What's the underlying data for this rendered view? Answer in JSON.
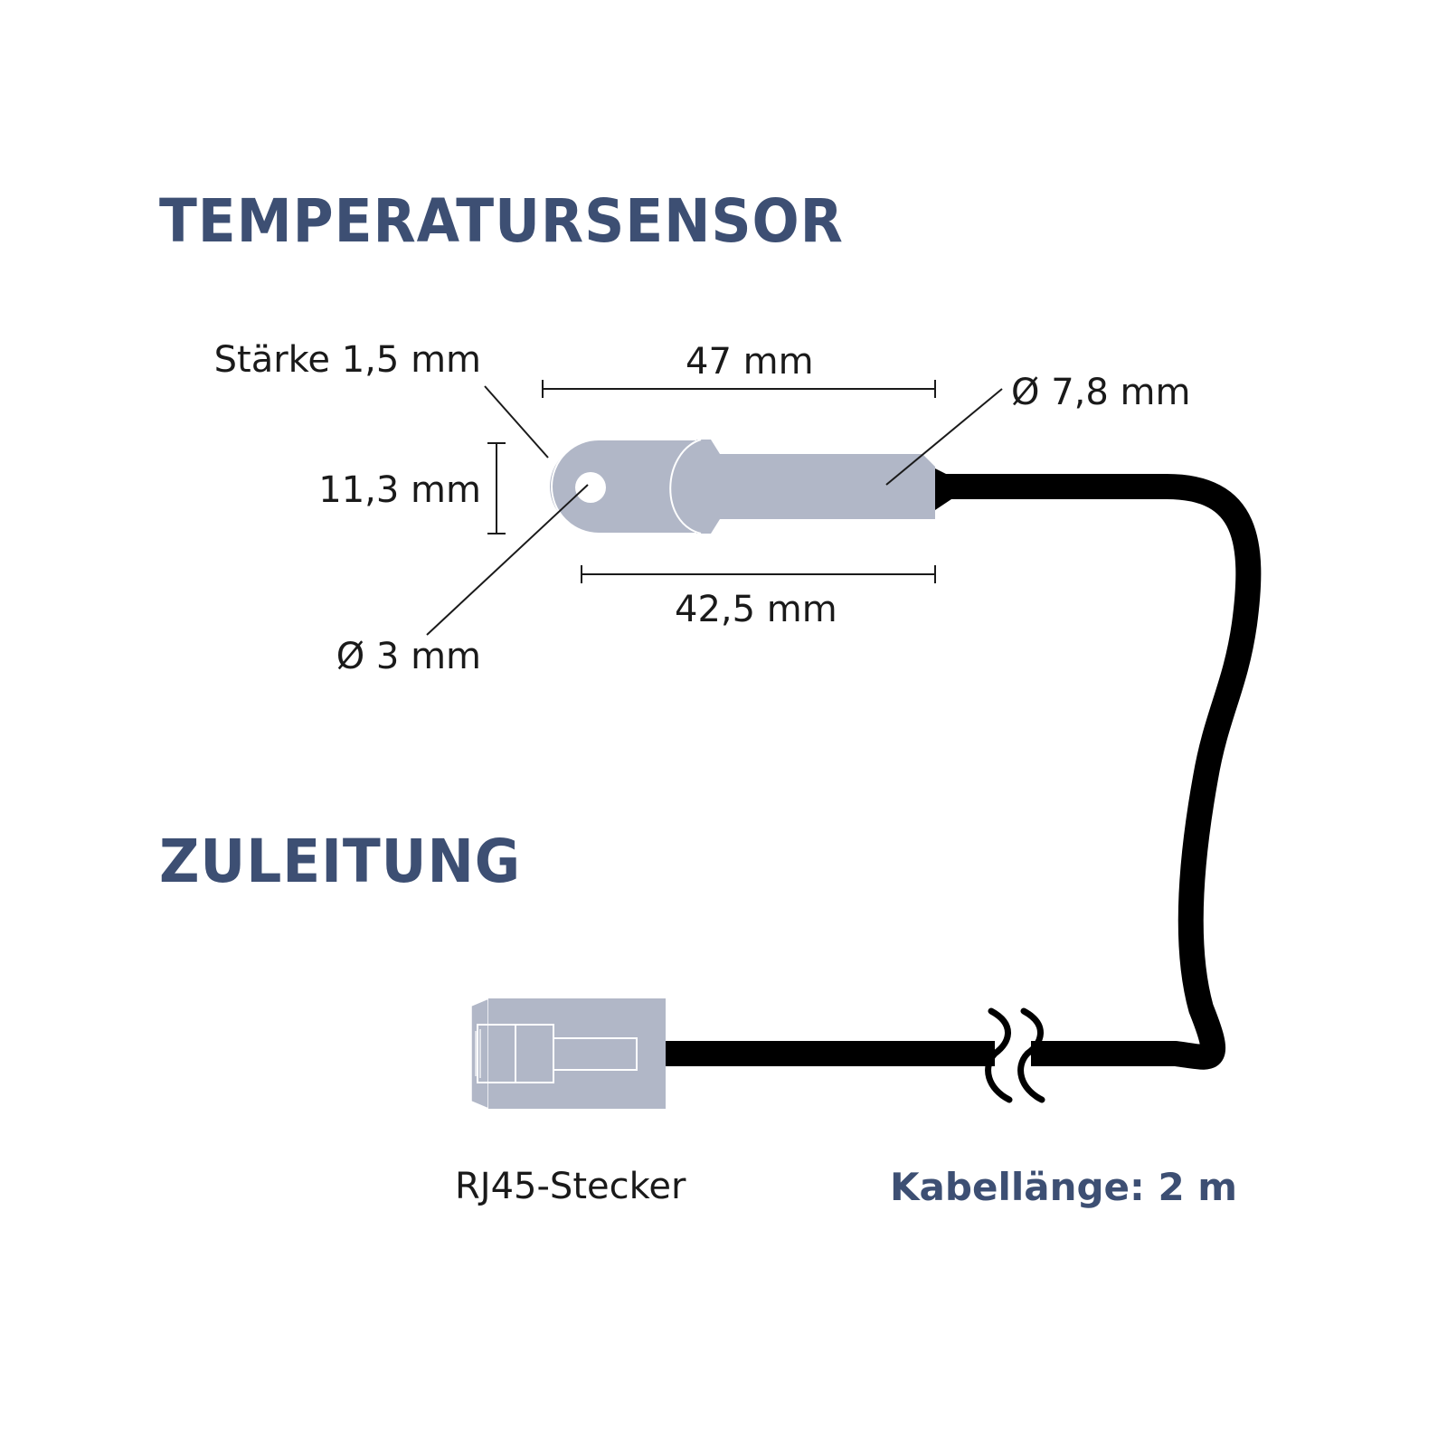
{
  "headings": {
    "sensor": "TEMPERATURSENSOR",
    "cable": "ZULEITUNG"
  },
  "dimensions": {
    "thickness": "Stärke 1,5 mm",
    "total_length": "47 mm",
    "diameter_body": "Ø 7,8 mm",
    "tab_height": "11,3 mm",
    "body_length": "42,5 mm",
    "hole_diameter": "Ø 3 mm"
  },
  "labels": {
    "connector": "RJ45-Stecker",
    "cable_length": "Kabellänge: 2 m"
  },
  "colors": {
    "heading": "#3d4f73",
    "metal": "#b1b7c7",
    "cable": "#000000",
    "dim_line": "#1a1a1a"
  }
}
